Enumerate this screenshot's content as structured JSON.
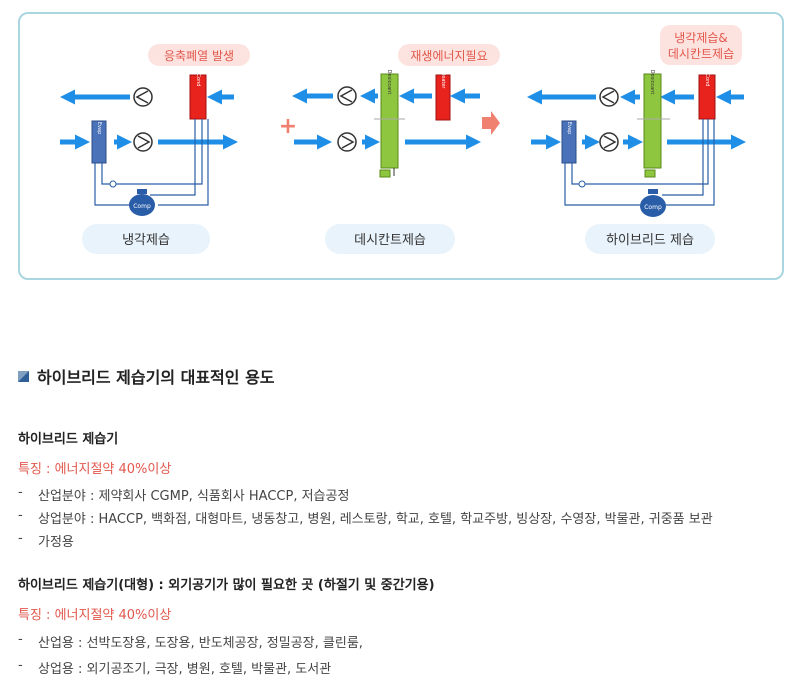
{
  "diagram": {
    "panels": [
      {
        "caption": "냉각제습",
        "tag": "응축폐열 발생"
      },
      {
        "caption": "데시칸트제습",
        "tag": "재생에너지필요"
      },
      {
        "caption": "하이브리드 제습",
        "tag_line1": "냉각제습&",
        "tag_line2": "데시칸트제습"
      }
    ],
    "components": {
      "evap": "Evap",
      "cond": "Cond",
      "comp": "Comp",
      "heater": "Heater",
      "desiccant": "Desiccant"
    },
    "operators": {
      "plus": "+"
    },
    "colors": {
      "air_arrow": "#1e8ee6",
      "cond": "#e8231e",
      "evap": "#4a72b8",
      "desiccant": "#8ec63f",
      "pipe": "#2a5da8",
      "tag_bg": "#fde3df",
      "tag_text": "#e2574c",
      "caption_bg": "#e8f3fb",
      "operator": "#f08070"
    }
  },
  "section": {
    "title": "하이브리드 제습기의 대표적인 용도"
  },
  "groups": [
    {
      "heading": "하이브리드 제습기",
      "feature": "특징 : 에너지절약 40%이상",
      "items": [
        "산업분야 : 제약회사 CGMP, 식품회사 HACCP, 저습공정",
        "상업분야 : HACCP, 백화점, 대형마트, 냉동창고, 병원, 레스토랑, 학교, 호텔, 학교주방, 빙상장, 수영장, 박물관, 귀중품 보관",
        "가정용"
      ]
    },
    {
      "heading": "하이브리드 제습기(대형) : 외기공기가 많이 필요한 곳 (하절기 및 중간기용)",
      "feature": "특징 : 에너지절약 40%이상",
      "items": [
        "산업용 : 선박도장용, 도장용, 반도체공장, 정밀공장, 클린룸,",
        "상업용 : 외기공조기, 극장, 병원, 호텔, 박물관, 도서관"
      ]
    }
  ],
  "dash": "-"
}
